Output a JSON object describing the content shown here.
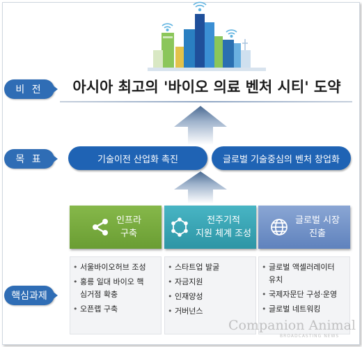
{
  "labels": {
    "vision": "비 전",
    "goal": "목 표",
    "tasks": "핵심과제"
  },
  "vision_text": "아시아 최고의 '바이오 의료 벤처 시티' 도약",
  "goals": [
    "기술이전 산업화 촉진",
    "글로벌 기술중심의 벤처 창업화"
  ],
  "pillars": [
    {
      "icon": "share-icon",
      "title": "인프라\n구축",
      "items": [
        "서울바이오허브 조성",
        "홍릉 일대 바이오 핵심거점 확충",
        "오픈랩 구축"
      ]
    },
    {
      "icon": "molecule-icon",
      "title": "전주기적\n지원 체계 조성",
      "items": [
        "스타트업 발굴",
        "자금지원",
        "인재양성",
        "거버넌스"
      ]
    },
    {
      "icon": "globe-icon",
      "title": "글로벌 시장\n진출",
      "items": [
        "글로벌 액셀러레이터 유치",
        "국제자문단 구성·운영",
        "글로벌 네트워킹"
      ]
    }
  ],
  "watermark": "Companion Animal",
  "watermark_sub": "BROADCASTING NEWS",
  "colors": {
    "label": "#2f6db5",
    "goal": "#1f63b4",
    "green": "#6a9d33",
    "teal": "#2d95a5",
    "blue": "#5f82bd"
  }
}
